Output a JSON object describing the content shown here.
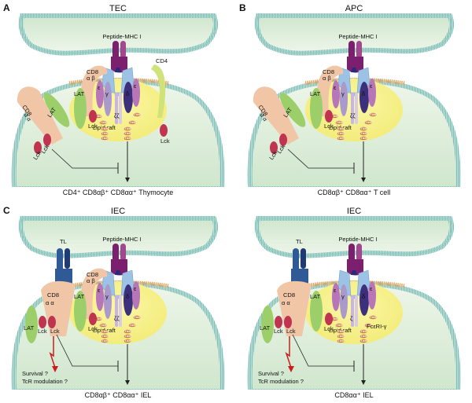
{
  "figure": {
    "panels": [
      {
        "id": "A",
        "letter": "A",
        "title": "TEC",
        "mhc_label": "Peptide-MHC I",
        "cd8ab_label": "CD8",
        "cd8ab_chains": "α β",
        "cd8aa_label": "CD8",
        "cd8aa_chains": "α α",
        "cd4_label": "CD4",
        "lat_label": "LAT",
        "lat2_label": "LAT",
        "lck_label": "Lck",
        "lck2_label": "Lck",
        "lck3_label": "Lck",
        "lck4_label": "Lck",
        "raft_label": "Lipid raft",
        "epsilon": "ε",
        "gamma": "γ",
        "delta": "δ",
        "zeta": "ζζ",
        "itam": "ITAM",
        "caption": "CD4⁺ CD8αβ⁺ CD8αα⁺ Thymocyte"
      },
      {
        "id": "B",
        "letter": "B",
        "title": "APC",
        "mhc_label": "Peptide-MHC I",
        "cd8ab_label": "CD8",
        "cd8ab_chains": "α β",
        "cd8aa_label": "CD8",
        "cd8aa_chains": "α α",
        "lat_label": "LAT",
        "lat2_label": "LAT",
        "lck_label": "Lck",
        "lck3_label": "Lck",
        "lck4_label": "Lck",
        "raft_label": "Lipid raft",
        "epsilon": "ε",
        "gamma": "γ",
        "delta": "δ",
        "zeta": "ζζ",
        "itam": "ITAM",
        "caption": "CD8αβ⁺ CD8αα⁺ T cell"
      },
      {
        "id": "C1",
        "letter": "C",
        "title": "IEC",
        "tl_label": "TL",
        "mhc_label": "Peptide-MHC I",
        "cd8ab_label": "CD8",
        "cd8ab_chains": "α β",
        "cd8aa_label": "CD8",
        "cd8aa_chains": "α  α",
        "lat_label": "LAT",
        "lat2_label": "LAT",
        "lck_label": "Lck",
        "lck3_label": "Lck",
        "lck4_label": "Lck",
        "raft_label": "Lipid raft",
        "epsilon": "ε",
        "gamma": "γ",
        "delta": "δ",
        "zeta": "ζζ",
        "itam": "ITAM",
        "survival": "Survival ?",
        "tcr_mod": "TcR modulation ?",
        "caption": "CD8αβ⁺ CD8αα⁺ IEL"
      },
      {
        "id": "C2",
        "letter": "",
        "title": "IEC",
        "tl_label": "TL",
        "mhc_label": "Peptide-MHC I",
        "cd8aa_label": "CD8",
        "cd8aa_chains": "α  α",
        "lat_label": "LAT",
        "lat2_label": "LAT",
        "lck_label": "Lck",
        "lck3_label": "Lck",
        "lck4_label": "Lck",
        "raft_label": "Lipid raft",
        "epsilon": "ε",
        "gamma": "γ",
        "delta": "δ",
        "zeta": "ζ",
        "fc_label": "FcεRI-γ",
        "itam": "ITAM",
        "survival": "Survival ?",
        "tcr_mod": "TcR modulation ?",
        "caption": "CD8αα⁺  IEL"
      }
    ],
    "colors": {
      "cell_fill": "#dcebd6",
      "membrane": "#8cc7c0",
      "raft": "#f7f28a",
      "mhc": "#7b1f6e",
      "tl": "#2f5a96",
      "tcr": "#9cc2e6",
      "cd8": "#f0c6a6",
      "cd4": "#cfe37a",
      "lat": "#9ccf6a",
      "lck": "#c0344f",
      "epsilon": "#b776b8",
      "gamma": "#a99acb",
      "delta": "#3c2f7c",
      "itam": "#c8793c",
      "signal_red": "#cc1d1d"
    }
  }
}
